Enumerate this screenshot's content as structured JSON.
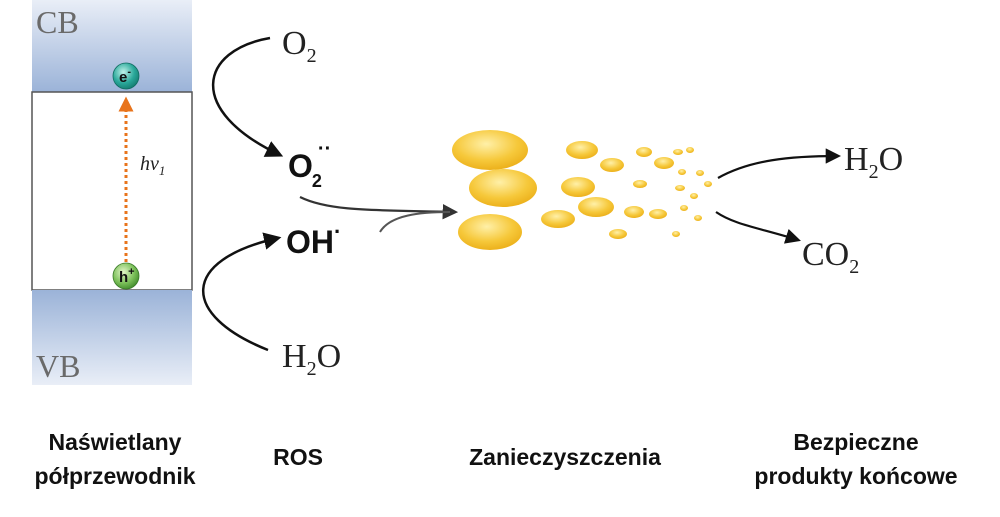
{
  "band": {
    "cb_label": "CB",
    "vb_label": "VB",
    "electron": "e",
    "electron_charge": "-",
    "hole": "h",
    "hole_charge": "+",
    "excitation_label": "hv",
    "excitation_subscript": "1"
  },
  "ros": {
    "oxygen_in": {
      "symbol": "O",
      "sub": "2"
    },
    "superoxide": {
      "symbol": "O",
      "sub": "2",
      "sup": "··"
    },
    "hydroxyl": {
      "symbol": "OH",
      "sup": "·"
    },
    "water_in": {
      "symbol": "H",
      "sub": "2",
      "tail": "O"
    }
  },
  "products": {
    "water": {
      "symbol": "H",
      "sub": "2",
      "tail": "O"
    },
    "carbon_dioxide": {
      "symbol": "CO",
      "sub": "2"
    }
  },
  "captions": {
    "semiconductor": [
      "Naświetlany",
      "półprzewodnik"
    ],
    "ros": "ROS",
    "pollutants": "Zanieczyszczenia",
    "end_products": [
      "Bezpieczne",
      "produkty końcowe"
    ]
  },
  "colors": {
    "band_blue": "#9bb3d8",
    "electron": "#2aa89a",
    "hole": "#7cc05a",
    "excitation_arrow": "#e8741c",
    "pollutant_yellow": "#f2b81a"
  }
}
